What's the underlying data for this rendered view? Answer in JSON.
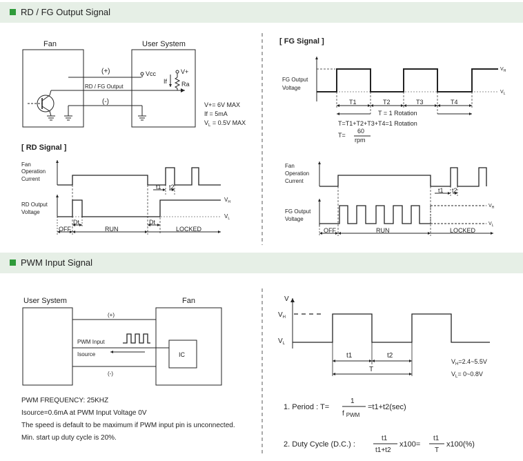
{
  "sections": {
    "rd_fg_title": "RD / FG Output Signal",
    "pwm_title": "PWM Input Signal"
  },
  "circuit1": {
    "fan": "Fan",
    "user_system": "User System",
    "plus": "(+)",
    "minus": "(-)",
    "vcc": "Vcc",
    "vplus": "V+",
    "if_label": "If",
    "ra": "Ra",
    "rd_fg_output": "RD / FG Output",
    "spec1": "V+= 6V MAX",
    "spec2": "If  = 5mA",
    "spec3_main": "V",
    "spec3_sub": "L",
    "spec3_rest": " = 0.5V MAX"
  },
  "rd_signal": {
    "title": "[ RD Signal ]",
    "fan_current": [
      "Fan",
      "Operation",
      "Current"
    ],
    "rd_output": [
      "RD Output",
      "Voltage"
    ],
    "vh": "V",
    "vh_sub": "H",
    "vl": "V",
    "vl_sub": "L",
    "t1": "t1",
    "t2": "t2",
    "dt": "Dt",
    "off": "OFF",
    "run": "RUN",
    "locked": "LOCKED"
  },
  "fg_signal": {
    "title": "[ FG Signal ]",
    "fg_output": [
      "FG Output",
      "Voltage"
    ],
    "vh": "V",
    "vh_sub": "H",
    "vl": "V",
    "vl_sub": "L",
    "periods": [
      "T1",
      "T2",
      "T3",
      "T4"
    ],
    "rotation1": "T = 1 Rotation",
    "rotation2": "T=T1+T2+T3+T4=1 Rotation",
    "formula_t": "T=",
    "formula_num": "60",
    "formula_den": "rpm"
  },
  "fg_lock": {
    "fan_current": [
      "Fan",
      "Operation",
      "Current"
    ],
    "fg_output": [
      "FG Output",
      "Voltage"
    ],
    "vh": "V",
    "vh_sub": "H",
    "vl": "V",
    "vl_sub": "L",
    "t1": "t1",
    "t2": "t2",
    "off": "OFF",
    "run": "RUN",
    "locked": "LOCKED"
  },
  "pwm_circuit": {
    "user_system": "User System",
    "fan": "Fan",
    "plus": "(+)",
    "minus": "(-)",
    "pwm_input": "PWM Input",
    "isource": "Isource",
    "ic": "IC"
  },
  "pwm_wave": {
    "v": "V",
    "vh": "V",
    "vh_sub": "H",
    "vl": "V",
    "vl_sub": "L",
    "t1": "t1",
    "t2": "t2",
    "t": "T",
    "range1_main": "V",
    "range1_sub": "H",
    "range1_rest": "=2.4~5.5V",
    "range2_main": "V",
    "range2_sub": "L",
    "range2_rest": "= 0~0.8V"
  },
  "pwm_notes": [
    "PWM FREQUENCY: 25KHZ",
    "Isource=0.6mA at PWM Input Voltage 0V",
    "The speed is default to be maximum if PWM input pin is unconnected.",
    "Min. start up duty cycle is 20%."
  ],
  "formulas": {
    "period_label": "1. Period : T=",
    "period_num": "1",
    "period_den_f": "f",
    "period_den_sub": "PWM",
    "period_rest": "=t1+t2(sec)",
    "duty_label": "2. Duty Cycle (D.C.) :",
    "duty_num1": "t1",
    "duty_den1": "t1+t2",
    "duty_mid": "x100=",
    "duty_num2": "t1",
    "duty_den2": "T",
    "duty_end": "x100(%)"
  },
  "colors": {
    "band": "#e6efe6",
    "accent": "#2f9b3a",
    "line": "#222222"
  }
}
